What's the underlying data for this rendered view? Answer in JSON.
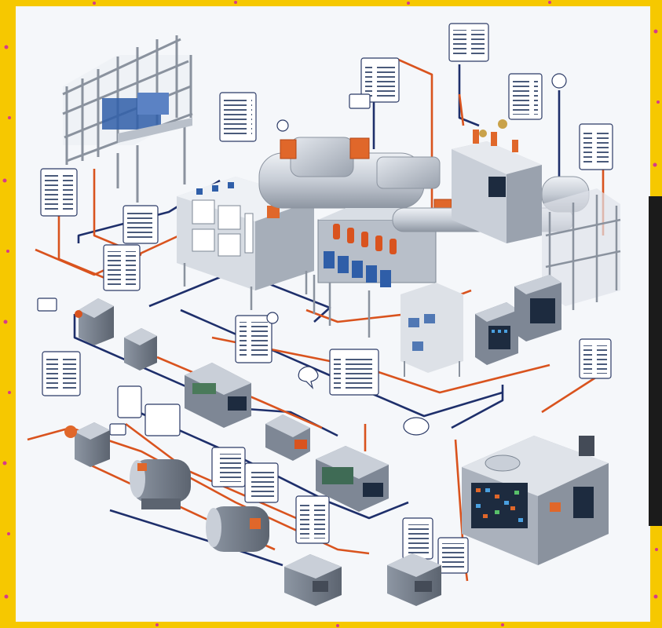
{
  "diagram": {
    "title": "",
    "colors": {
      "border": "#f6c800",
      "border_dot": "#d63a8a",
      "background": "#f5f7fa",
      "pipe_navy": "#1e2f6b",
      "pipe_orange": "#d9531e",
      "machine_body": "#7e8795",
      "machine_light": "#c9cfd8",
      "machine_dark": "#444b57",
      "accent_orange": "#e0672a",
      "accent_blue": "#2f5ea8",
      "screen": "#1d2b3f"
    },
    "components": [
      "cage-rack",
      "conveyor-workbench",
      "tank-assembly",
      "tower-unit",
      "right-rack",
      "pump-small-1",
      "pump-small-2",
      "panel-unit-1",
      "panel-unit-2",
      "panel-unit-3",
      "motor-1",
      "motor-2",
      "motor-3",
      "motor-4",
      "box-unit-1",
      "box-unit-2",
      "control-console",
      "control-cabinet-1",
      "control-cabinet-2"
    ],
    "callout_count": 22
  }
}
